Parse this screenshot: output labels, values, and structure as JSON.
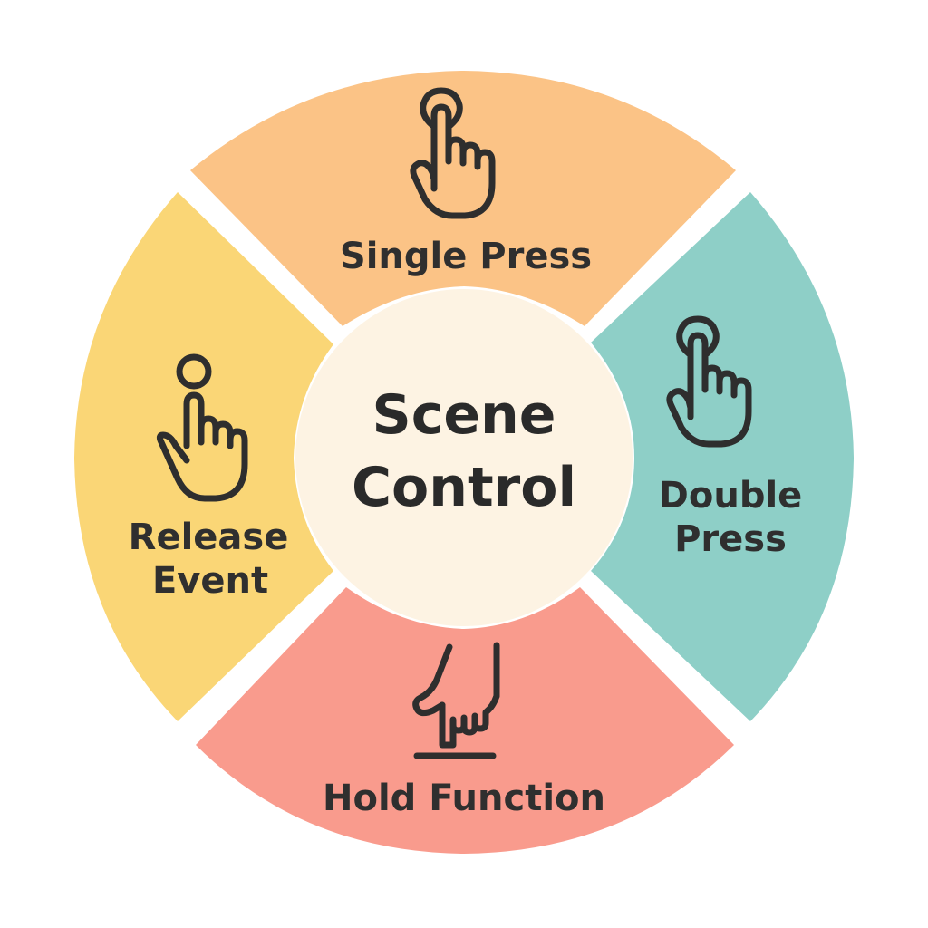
{
  "center": {
    "line1": "Scene",
    "line2": "Control",
    "color": "#FDF3E3"
  },
  "segments": {
    "top": {
      "label": "Single Press",
      "icon": "tap-hand-icon",
      "color": "#FBC386"
    },
    "right": {
      "line1": "Double",
      "line2": "Press",
      "icon": "double-tap-hand-icon",
      "color": "#8ECFC7"
    },
    "bottom": {
      "label": "Hold Function",
      "icon": "press-hold-hand-icon",
      "color": "#F99B8D"
    },
    "left": {
      "line1": "Release",
      "line2": "Event",
      "icon": "release-hand-icon",
      "color": "#FAD676"
    }
  },
  "colors": {
    "text": "#2F2F2F",
    "icon_stroke": "#2E2E2E"
  }
}
